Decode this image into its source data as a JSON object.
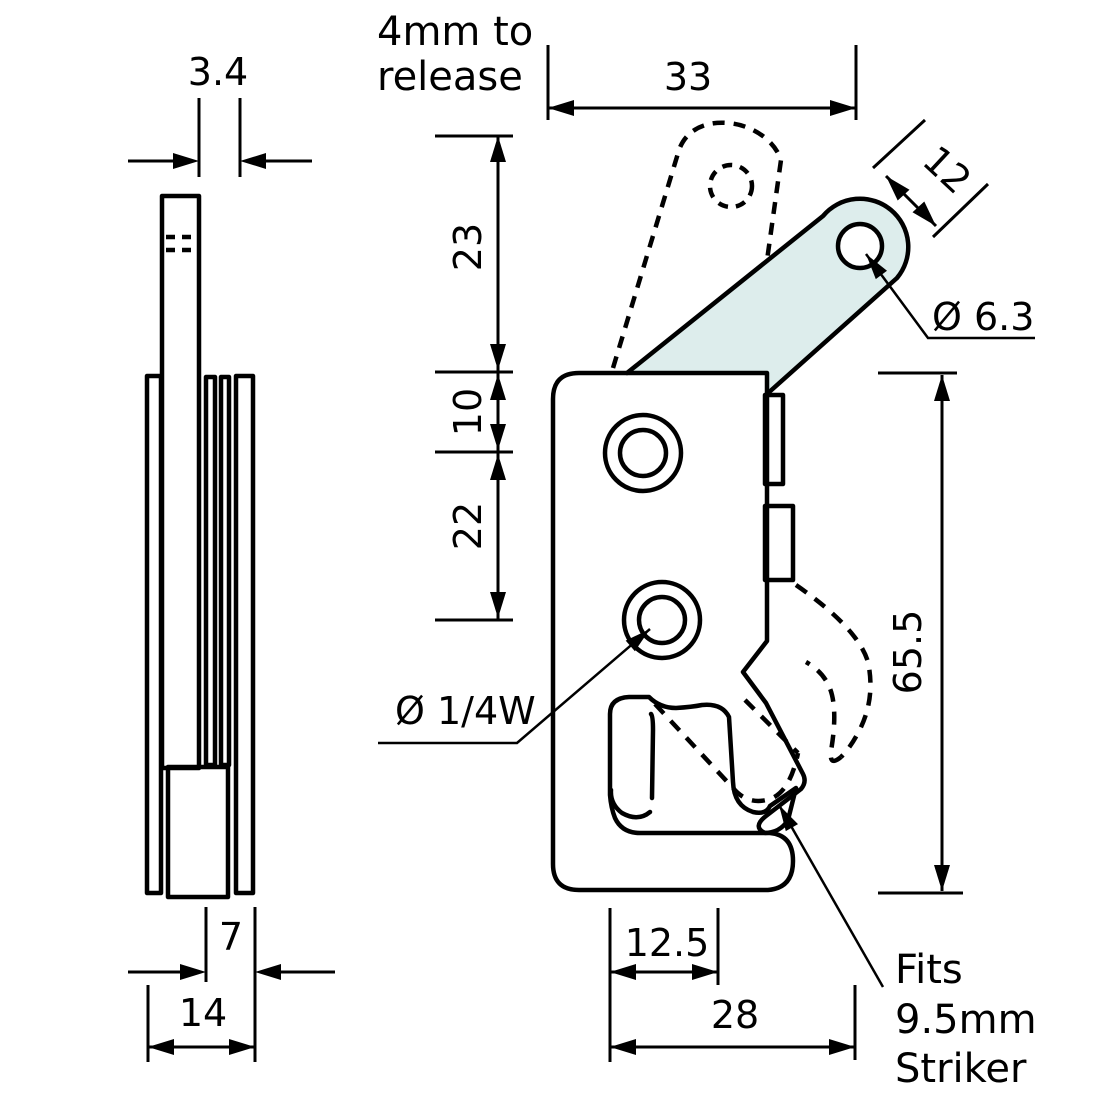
{
  "annotations": {
    "release_note_line1": "4mm to",
    "release_note_line2": "release",
    "striker_note_line1": "Fits",
    "striker_note_line2": "9.5mm",
    "striker_note_line3": "Striker",
    "lever_hole_dia": "Ø 6.3",
    "mount_hole_dia": "Ø 1/4W"
  },
  "side_view": {
    "dim_blade_thickness": "3.4",
    "dim_stack_gap": "7",
    "dim_overall_width": "14"
  },
  "front_view": {
    "dim_overall_width": "33",
    "dim_lever_width": "12",
    "dim_lever_height": "23",
    "dim_hole_offset": "10",
    "dim_hole_spacing": "22",
    "dim_overall_height": "65.5",
    "dim_slot_offset": "12.5",
    "dim_hook_width": "28"
  },
  "colors": {
    "part_fill": "#ddedec",
    "line": "#000000",
    "background": "#ffffff"
  }
}
